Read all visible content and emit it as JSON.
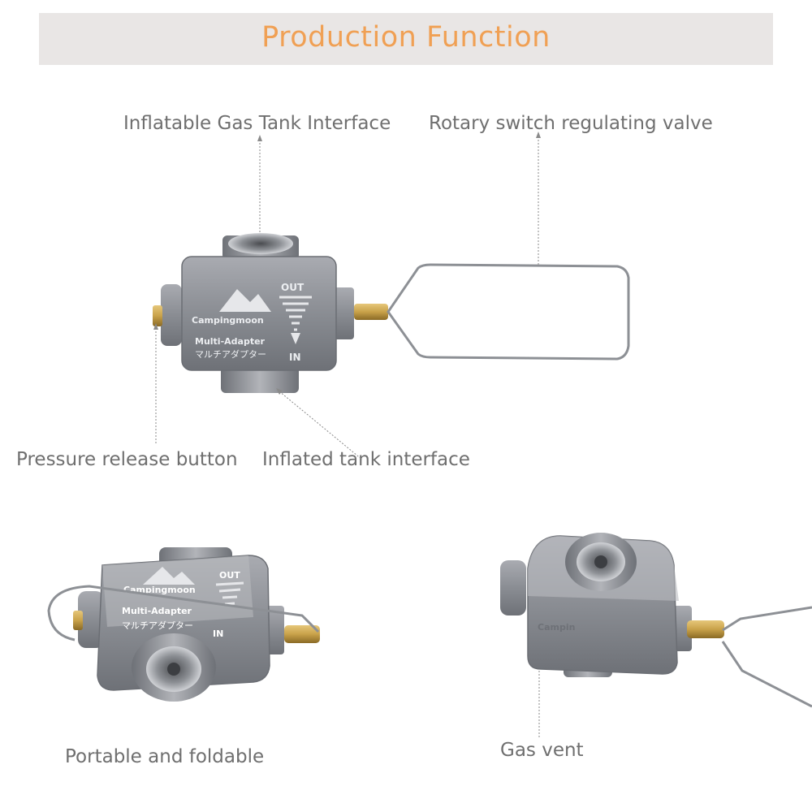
{
  "banner": {
    "title": "Production Function"
  },
  "callouts": {
    "gas_tank_interface": "Inflatable Gas Tank Interface",
    "rotary_valve": "Rotary switch regulating valve",
    "pressure_release": "Pressure release button",
    "inflated_tank": "Inflated tank interface",
    "portable": "Portable and foldable",
    "gas_vent": "Gas vent"
  },
  "product": {
    "brand": "Campingmoon",
    "model": "Multi-Adapter",
    "model_jp": "マルチアダプター",
    "flow_out": "OUT",
    "flow_in": "IN",
    "brand_partial": "Campin"
  },
  "colors": {
    "accent": "#f0a054",
    "banner_bg": "#e9e6e5",
    "callout_text": "#6f6f6f",
    "body_metal": "#8e9096",
    "brass": "#c9a24a"
  }
}
